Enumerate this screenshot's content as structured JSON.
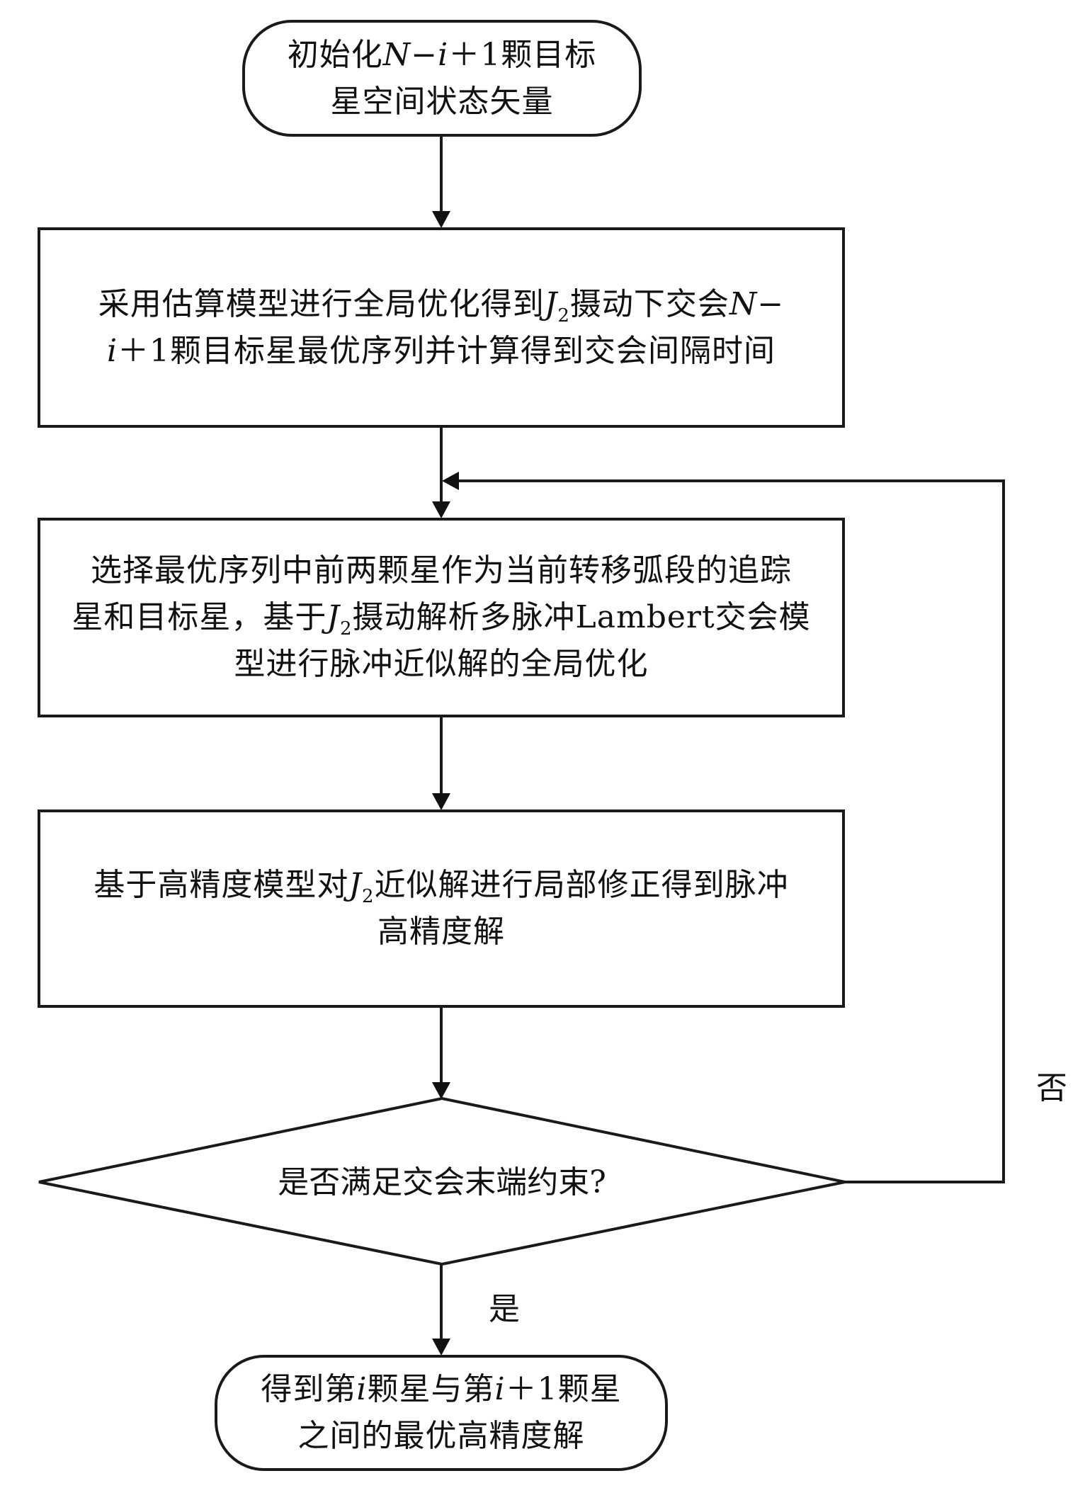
{
  "diagram": {
    "type": "flowchart",
    "nodes": {
      "start": {
        "shape": "terminal",
        "line1_a": "初始化",
        "line1_var_N": "N",
        "line1_minus": "−",
        "line1_var_i": "i",
        "line1_b": "＋1颗目标",
        "line2": "星空间状态矢量"
      },
      "global_opt": {
        "shape": "process",
        "line1_a": "采用估算模型进行全局优化得到",
        "line1_var": "J",
        "line1_sub": "2",
        "line1_b": "摄动下交会",
        "line1_var_N": "N",
        "line1_c": "−",
        "line2_var_i": "i",
        "line2": "＋1颗目标星最优序列并计算得到交会间隔时间"
      },
      "select_pair": {
        "shape": "process",
        "line1": "选择最优序列中前两颗星作为当前转移弧段的追踪",
        "line2_a": "星和目标星，基于",
        "line2_var": "J",
        "line2_sub": "2",
        "line2_b": "摄动解析多脉冲Lambert交会模",
        "line3": "型进行脉冲近似解的全局优化"
      },
      "local_fix": {
        "shape": "process",
        "line1_a": "基于高精度模型对",
        "line1_var": "J",
        "line1_sub": "2",
        "line1_b": "近似解进行局部修正得到脉冲",
        "line2": "高精度解"
      },
      "decision": {
        "shape": "diamond",
        "text": "是否满足交会末端约束?"
      },
      "end": {
        "shape": "terminal",
        "line1_a": "得到第",
        "line1_var_i": "i",
        "line1_b": "颗星与第",
        "line1_var_i2": "i",
        "line1_c": "＋1颗星",
        "line2": "之间的最优高精度解"
      }
    },
    "edges": [
      {
        "from": "start",
        "to": "global_opt",
        "label": ""
      },
      {
        "from": "global_opt",
        "to": "select_pair",
        "label": ""
      },
      {
        "from": "select_pair",
        "to": "local_fix",
        "label": ""
      },
      {
        "from": "local_fix",
        "to": "decision",
        "label": ""
      },
      {
        "from": "decision",
        "to": "end",
        "label": "是"
      },
      {
        "from": "decision",
        "to": "select_pair",
        "label": "否"
      }
    ],
    "labels": {
      "yes": "是",
      "no": "否"
    }
  }
}
